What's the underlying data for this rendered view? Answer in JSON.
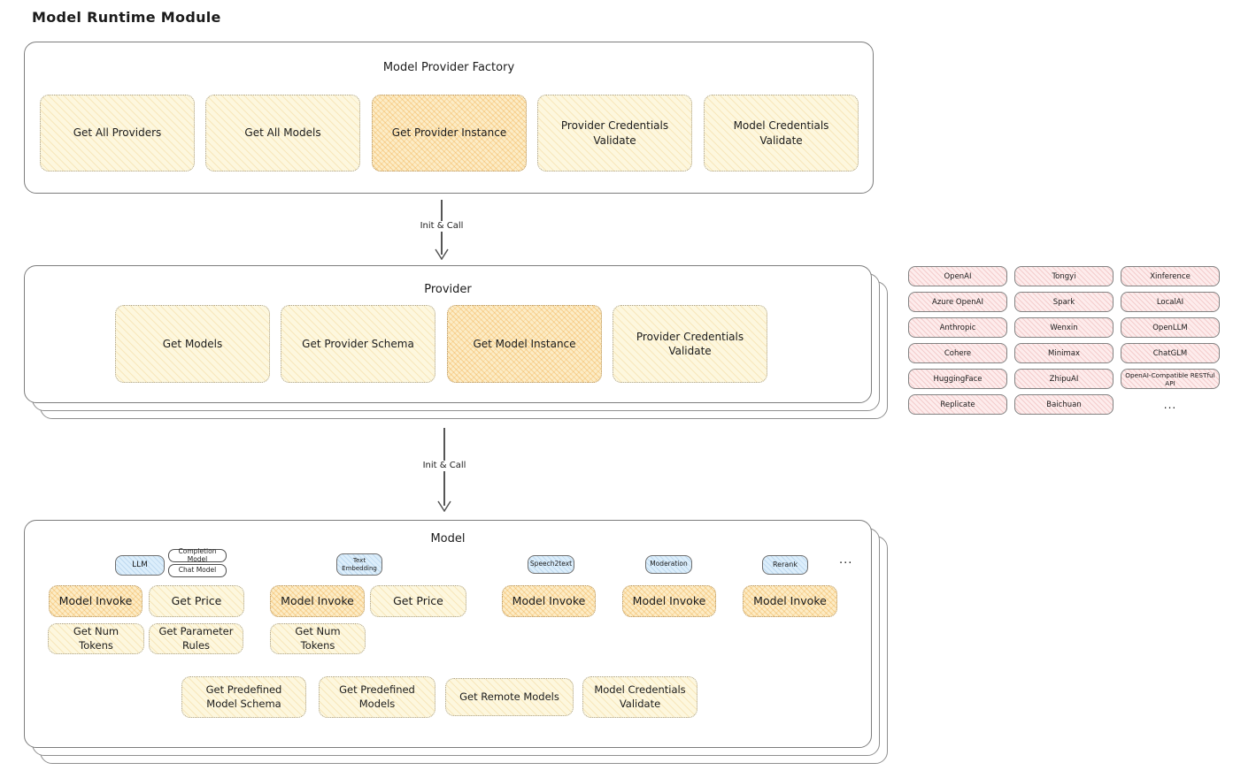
{
  "title": "Model Runtime Module",
  "arrows": {
    "label1": "Init & Call",
    "label2": "Init & Call"
  },
  "factory": {
    "title": "Model Provider Factory",
    "items": [
      {
        "label": "Get All Providers",
        "highlight": false
      },
      {
        "label": "Get All Models",
        "highlight": false
      },
      {
        "label": "Get Provider Instance",
        "highlight": true
      },
      {
        "label": "Provider Credentials Validate",
        "highlight": false
      },
      {
        "label": "Model Credentials Validate",
        "highlight": false
      }
    ]
  },
  "provider": {
    "title": "Provider",
    "items": [
      {
        "label": "Get Models",
        "highlight": false
      },
      {
        "label": "Get Provider Schema",
        "highlight": false
      },
      {
        "label": "Get Model Instance",
        "highlight": true
      },
      {
        "label": "Provider Credentials Validate",
        "highlight": false
      }
    ]
  },
  "provider_list": {
    "items": [
      "OpenAI",
      "Tongyi",
      "Xinference",
      "Azure OpenAI",
      "Spark",
      "LocalAI",
      "Anthropic",
      "Wenxin",
      "OpenLLM",
      "Cohere",
      "Minimax",
      "ChatGLM",
      "HuggingFace",
      "ZhipuAI",
      "OpenAI-Compatible RESTful API",
      "Replicate",
      "Baichuan",
      "..."
    ]
  },
  "model": {
    "title": "Model",
    "tabs": [
      "LLM",
      "Completion Model",
      "Chat Model",
      "Text Embedding",
      "Speech2text",
      "Moderation",
      "Rerank",
      "..."
    ],
    "capabilities": {
      "llm": [
        "Model Invoke",
        "Get Price",
        "Get Num Tokens",
        "Get Parameter Rules"
      ],
      "text_embedding": [
        "Model Invoke",
        "Get Price",
        "Get Num Tokens"
      ],
      "speech2text": [
        "Model Invoke"
      ],
      "moderation": [
        "Model Invoke"
      ],
      "rerank": [
        "Model Invoke"
      ]
    },
    "common": [
      "Get Predefined Model Schema",
      "Get Predefined Models",
      "Get Remote Models",
      "Model Credentials Validate"
    ]
  },
  "colors": {
    "box-border": "#7d7d7d",
    "yellow-fill": "#fdf7de",
    "orange-fill": "#fcecc6",
    "blue-fill": "#dceefb",
    "pink-fill": "#fdecec",
    "text": "#1b1b1b"
  }
}
